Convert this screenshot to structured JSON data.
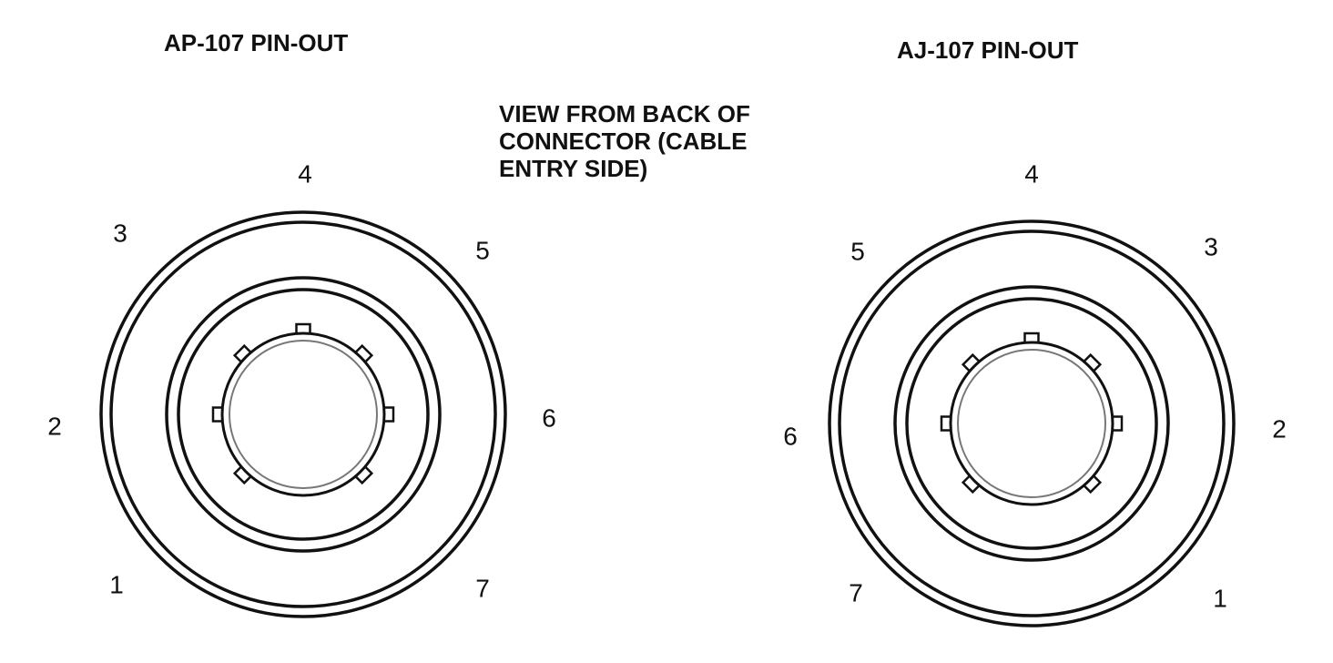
{
  "view_note": [
    "VIEW FROM BACK OF",
    "CONNECTOR (CABLE",
    "ENTRY SIDE)"
  ],
  "connectors": [
    {
      "title": "AP-107 PIN-OUT",
      "pin_labels": [
        "4",
        "5",
        "6",
        "7",
        "1",
        "2",
        "3"
      ]
    },
    {
      "title": "AJ-107 PIN-OUT",
      "pin_labels": [
        "4",
        "3",
        "2",
        "1",
        "7",
        "6",
        "5"
      ]
    }
  ]
}
